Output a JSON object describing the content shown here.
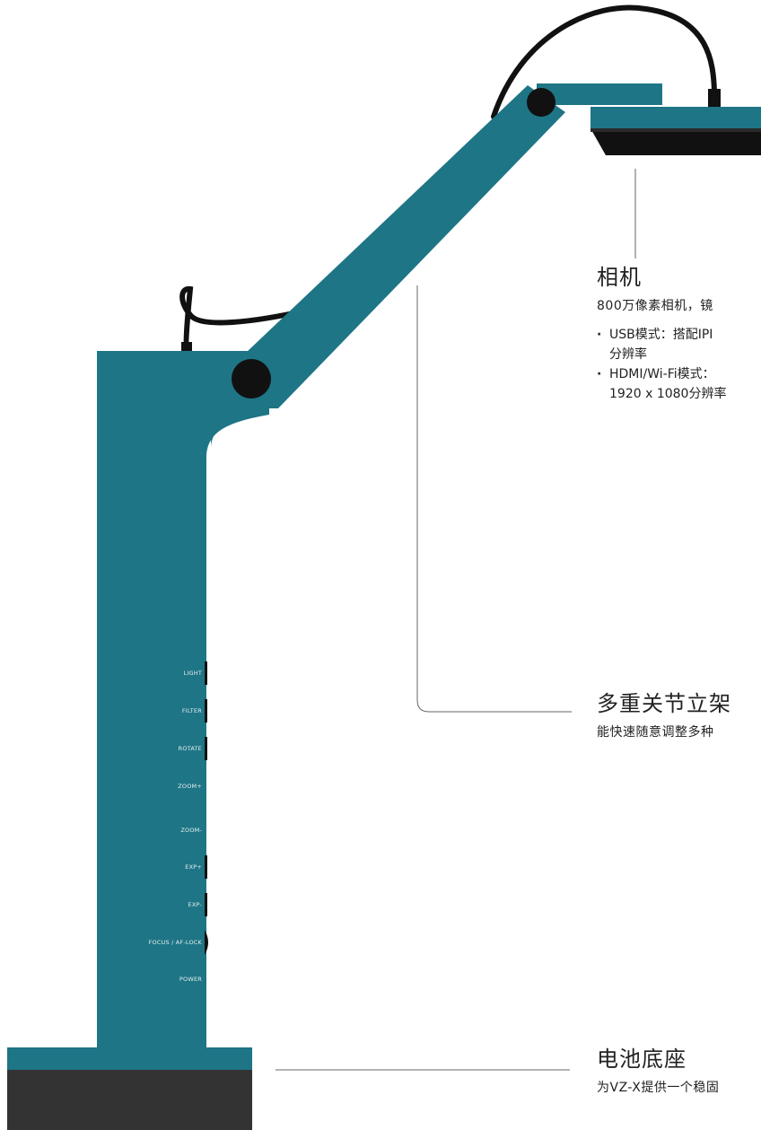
{
  "colors": {
    "body": "#1e7585",
    "dark": "#111111",
    "base_bottom": "#333333",
    "leader": "#666666"
  },
  "buttons": [
    "LIGHT",
    "FILTER",
    "ROTATE",
    "ZOOM+",
    "ZOOM-",
    "EXP+",
    "EXP-",
    "FOCUS / AF-LOCK",
    "POWER"
  ],
  "features": {
    "camera": {
      "title": "相机",
      "desc": "800万像素相机，镜",
      "bullets": [
        "USB模式：搭配IPI\n分辨率",
        "HDMI/Wi-Fi模式：\n1920 x 1080分辨率"
      ]
    },
    "stand": {
      "title": "多重关节立架",
      "desc": "能快速随意调整多种"
    },
    "base": {
      "title": "电池底座",
      "desc": "为VZ-X提供一个稳固"
    }
  }
}
